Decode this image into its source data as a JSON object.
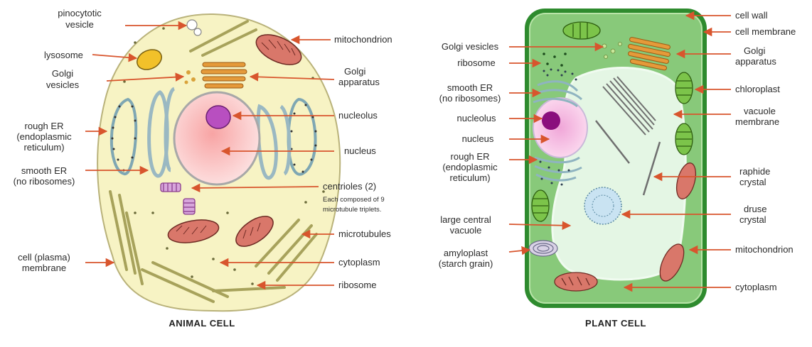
{
  "animal": {
    "caption": "ANIMAL CELL",
    "labels": {
      "pinocytotic_1": "pinocytotic",
      "pinocytotic_2": "vesicle",
      "lysosome": "lysosome",
      "golgi_vesicles_1": "Golgi",
      "golgi_vesicles_2": "vesicles",
      "rough_er_1": "rough ER",
      "rough_er_2": "(endoplasmic",
      "rough_er_3": "reticulum)",
      "smooth_er_1": "smooth ER",
      "smooth_er_2": "(no ribosomes)",
      "cell_membrane_1": "cell (plasma)",
      "cell_membrane_2": "membrane",
      "mitochondrion": "mitochondrion",
      "golgi_apparatus_1": "Golgi",
      "golgi_apparatus_2": "apparatus",
      "nucleolus": "nucleolus",
      "nucleus": "nucleus",
      "centrioles": "centrioles (2)",
      "centrioles_note_1": "Each composed of 9",
      "centrioles_note_2": "microtubule triplets.",
      "microtubules": "microtubules",
      "cytoplasm": "cytoplasm",
      "ribosome": "ribosome"
    }
  },
  "plant": {
    "caption": "PLANT CELL",
    "labels": {
      "golgi_vesicles": "Golgi vesicles",
      "ribosome": "ribosome",
      "smooth_er_1": "smooth ER",
      "smooth_er_2": "(no ribosomes)",
      "nucleolus": "nucleolus",
      "nucleus": "nucleus",
      "rough_er_1": "rough ER",
      "rough_er_2": "(endoplasmic",
      "rough_er_3": "reticulum)",
      "large_vacuole_1": "large central",
      "large_vacuole_2": "vacuole",
      "amyloplast_1": "amyloplast",
      "amyloplast_2": "(starch grain)",
      "cell_wall": "cell wall",
      "cell_membrane": "cell membrane",
      "golgi_apparatus_1": "Golgi",
      "golgi_apparatus_2": "apparatus",
      "chloroplast": "chloroplast",
      "vacuole_membrane_1": "vacuole",
      "vacuole_membrane_2": "membrane",
      "raphide_1": "raphide",
      "raphide_2": "crystal",
      "druse_1": "druse",
      "druse_2": "crystal",
      "mitochondrion": "mitochondrion",
      "cytoplasm": "cytoplasm"
    }
  },
  "colors": {
    "arrow": "#d8552d",
    "animal_cytoplasm": "#f7f3c4",
    "plant_cytoplasm": "#88c97a",
    "plant_wall": "#2e8b2e",
    "nucleus": "#f5b8b8",
    "nucleolus": "#b84fc0",
    "mitochondrion": "#d9776a",
    "golgi": "#e59a3a",
    "er": "#8fb4c0",
    "chloroplast": "#7cc44a"
  }
}
